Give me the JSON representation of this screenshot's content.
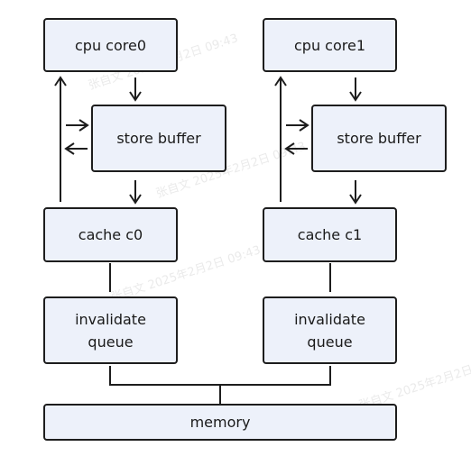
{
  "nodes": {
    "cpu_core0": "cpu core0",
    "cpu_core1": "cpu core1",
    "store_buffer_0": "store buffer",
    "store_buffer_1": "store buffer",
    "cache_c0": "cache c0",
    "cache_c1": "cache c1",
    "invalidate_queue_0": "invalidate\nqueue",
    "invalidate_queue_1": "invalidate\nqueue",
    "memory": "memory"
  },
  "watermark_text": "张自文 2025年2月2日 09:43",
  "colors": {
    "box_fill": "#edf1fa",
    "box_border": "#1d1d1d",
    "line": "#1d1d1d",
    "text": "#1a1a1a"
  }
}
